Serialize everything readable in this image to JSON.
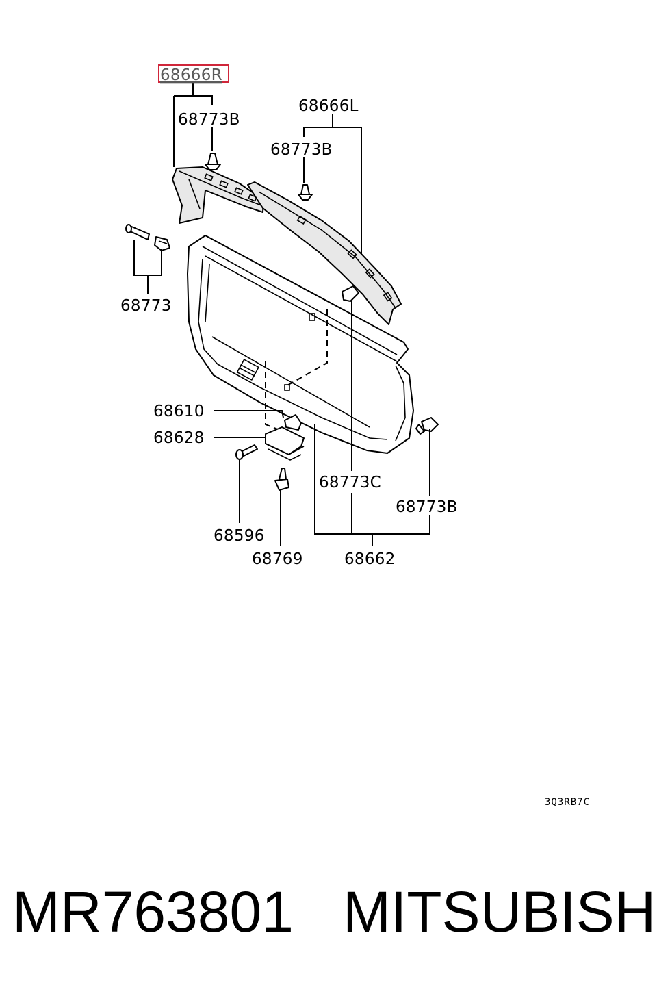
{
  "labels": {
    "r_trim": "68666R",
    "clip_r": "68773B",
    "l_trim": "68666L",
    "clip_l": "68773B",
    "pin": "68773",
    "latch_cover": "68610",
    "handle": "68628",
    "screw": "68596",
    "screw_grommet": "68769",
    "clip_c": "68773C",
    "clip_right": "68773B",
    "door_trim": "68662"
  },
  "highlighted": "68666R",
  "highlight_color": "#d0263a",
  "drawing_code": "3Q3RB7C",
  "part_number": "MR763801",
  "brand": "MITSUBISHI"
}
